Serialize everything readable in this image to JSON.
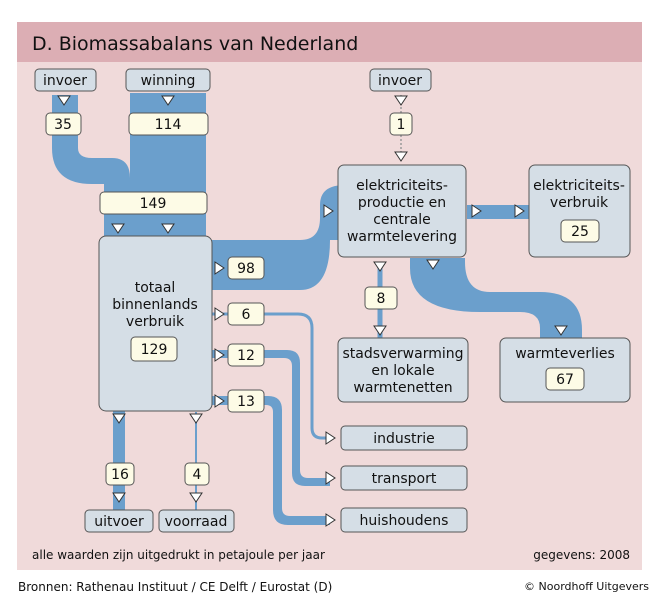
{
  "title": "D. Biomassabalans van Nederland",
  "sources": {
    "invoer_left": "invoer",
    "winning": "winning",
    "invoer_right": "invoer"
  },
  "values": {
    "invoer_left": "35",
    "winning": "114",
    "combined": "149",
    "to_electricity": "98",
    "industrie": "6",
    "transport": "12",
    "huishoudens": "13",
    "uitvoer": "16",
    "voorraad": "4",
    "invoer_right": "1",
    "stadsverwarming": "8"
  },
  "boxes": {
    "totaal_line1": "totaal",
    "totaal_line2": "binnenlands",
    "totaal_line3": "verbruik",
    "totaal_value": "129",
    "elec_line1": "elektriciteits-",
    "elec_line2": "productie en",
    "elec_line3": "centrale",
    "elec_line4": "warmtelevering",
    "elecverbruik_line1": "elektriciteits-",
    "elecverbruik_line2": "verbruik",
    "elecverbruik_value": "25",
    "stads_line1": "stadsverwarming",
    "stads_line2": "en lokale",
    "stads_line3": "warmtenetten",
    "warmteverlies": "warmteverlies",
    "warmteverlies_value": "67",
    "industrie": "industrie",
    "transport": "transport",
    "huishoudens": "huishoudens",
    "uitvoer": "uitvoer",
    "voorraad": "voorraad"
  },
  "notes": {
    "units": "alle waarden zijn uitgedrukt in petajoule per jaar",
    "year": "gegevens: 2008"
  },
  "footer": {
    "sources": "Bronnen: Rathenau Instituut / CE Delft / Eurostat (D)",
    "copyright": "© Noordhoff Uitgevers"
  },
  "colors": {
    "background": "#f0dada",
    "title_band": "#dcaeb4",
    "flow": "#6b9fcc",
    "box_fill": "#d5dee6",
    "value_fill": "#fdfbe6"
  }
}
